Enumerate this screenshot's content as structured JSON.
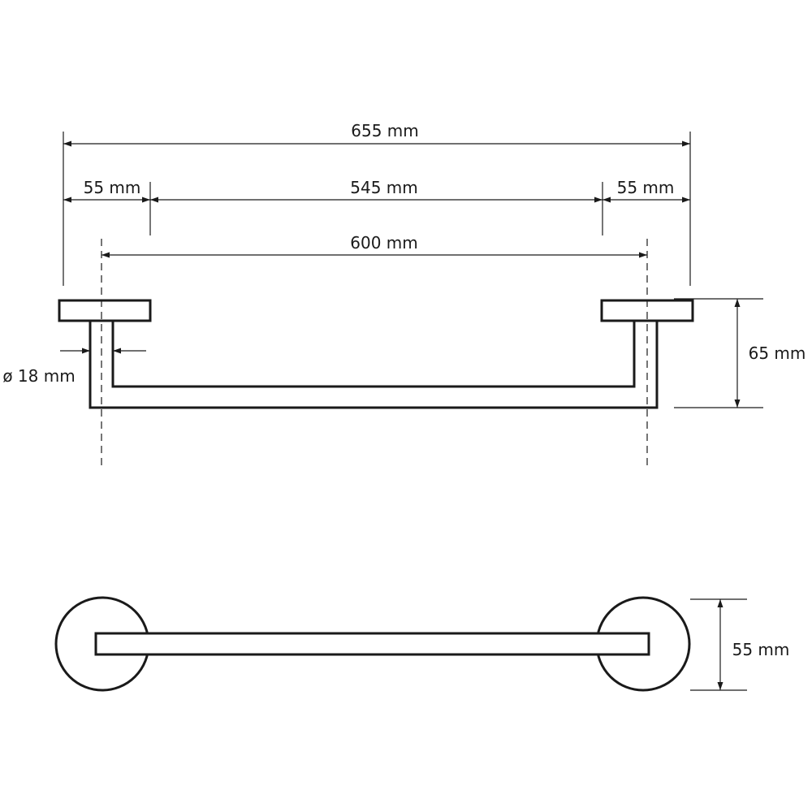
{
  "dimensions": {
    "overall_width": "655 mm",
    "left_offset": "55 mm",
    "inner_span": "545 mm",
    "right_offset": "55 mm",
    "center_distance": "600 mm",
    "height": "65 mm",
    "tube_diameter": "ø 18 mm",
    "rosette_diameter": "55 mm"
  }
}
